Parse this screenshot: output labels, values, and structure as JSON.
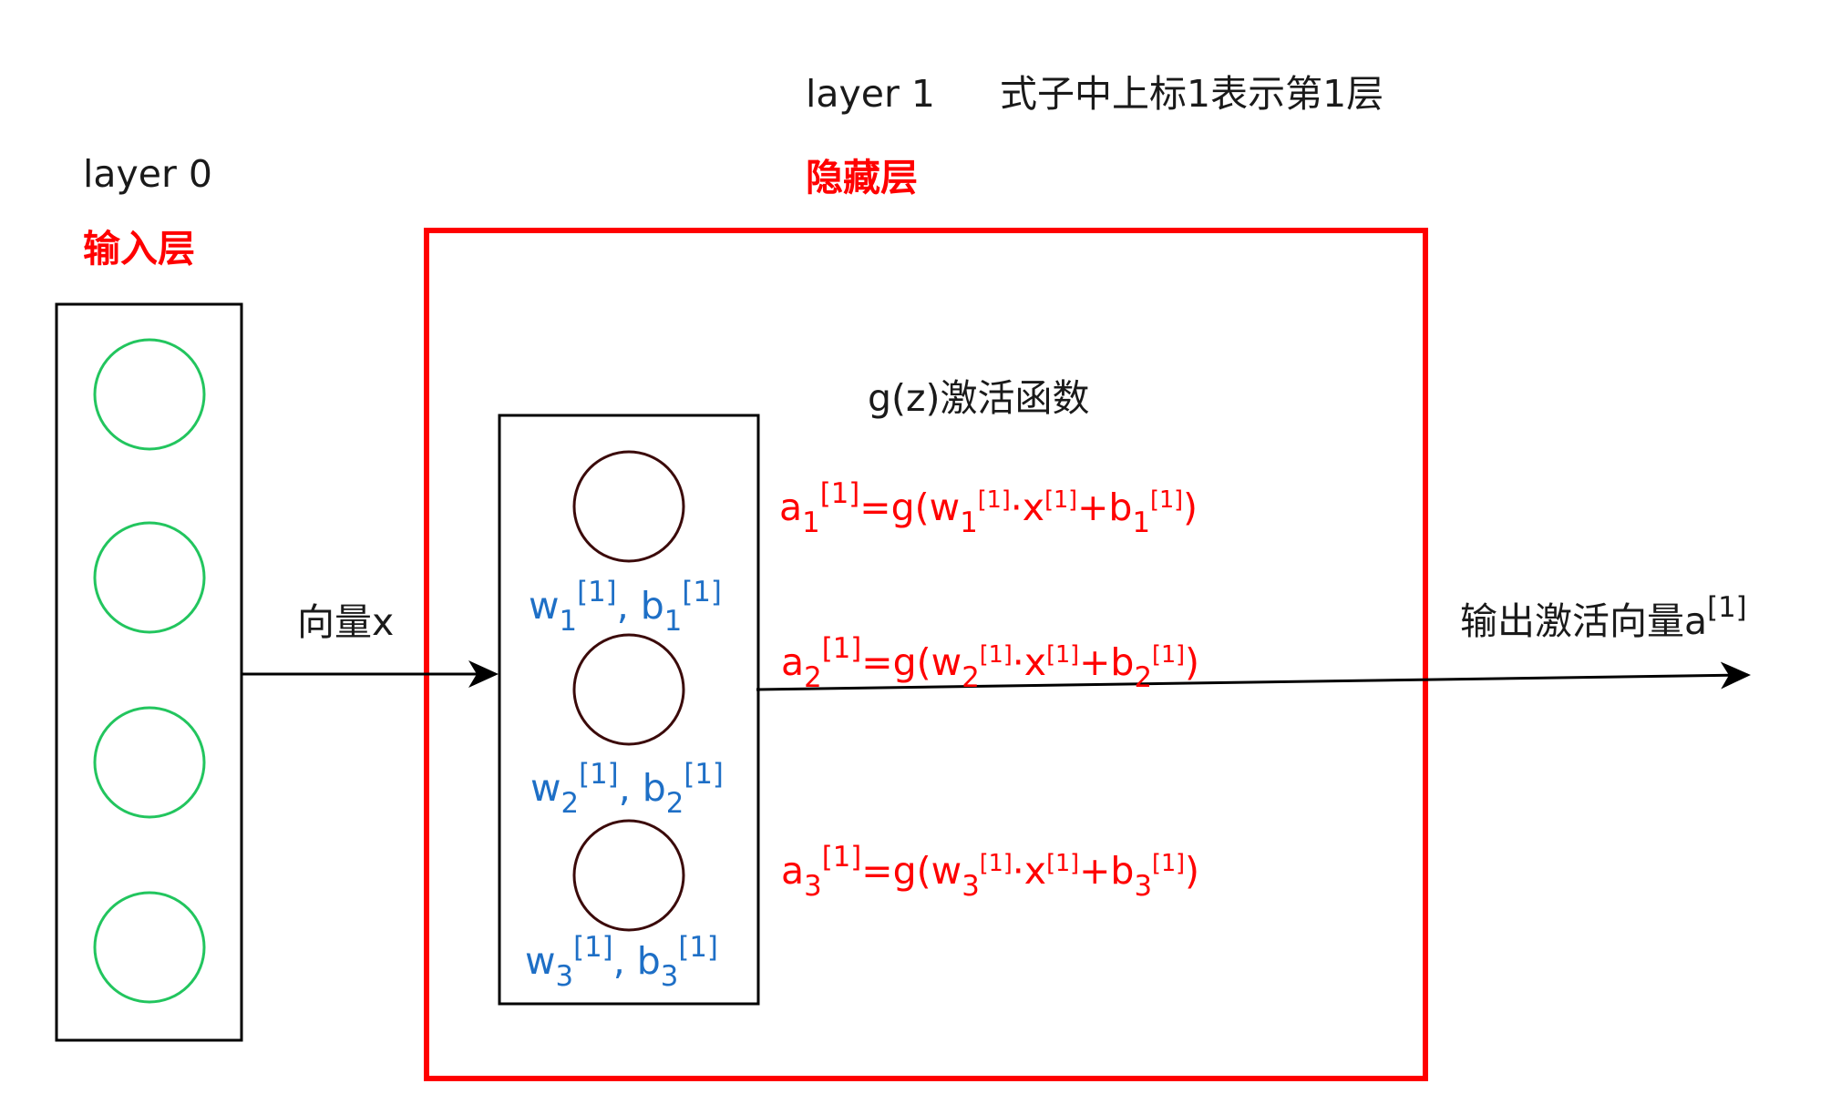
{
  "layer0": {
    "label": "layer 0",
    "title": "输入层"
  },
  "layer1": {
    "label": "layer 1",
    "note": "式子中上标1表示第1层",
    "title": "隐藏层"
  },
  "activation_label": "g(z)激活函数",
  "input_arrow_label": "向量x",
  "output_label": {
    "text": "输出激活向量a",
    "superscript": "[1]"
  },
  "neurons": [
    {
      "w": "w",
      "b": "b",
      "index": "1",
      "sup": "[1]"
    },
    {
      "w": "w",
      "b": "b",
      "index": "2",
      "sup": "[1]"
    },
    {
      "w": "w",
      "b": "b",
      "index": "3",
      "sup": "[1]"
    }
  ],
  "equations": [
    {
      "a": "a",
      "index": "1",
      "sup": "[1]",
      "eq": "=g(w",
      "dot": "·x",
      "plus": "+b",
      "close": ")"
    },
    {
      "a": "a",
      "index": "2",
      "sup": "[1]",
      "eq": "=g(w",
      "dot": "·x",
      "plus": "+b",
      "close": ")"
    },
    {
      "a": "a",
      "index": "3",
      "sup": "[1]",
      "eq": "=g(w",
      "dot": "·x",
      "plus": "+b",
      "close": ")"
    }
  ],
  "input_nodes_count": 4,
  "colors": {
    "input_node": "#22c55e",
    "hidden_node": "#3b0a0a",
    "hidden_frame": "#ff0000",
    "text_red": "#ff0000",
    "text_blue": "#1e6fc6",
    "line": "#000000"
  }
}
